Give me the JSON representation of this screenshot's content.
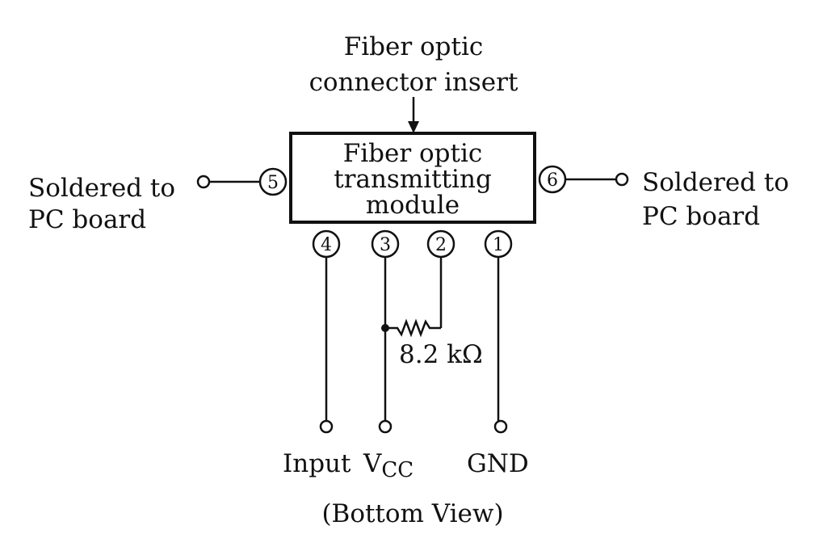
{
  "colors": {
    "ink": "#111111",
    "background": "#ffffff"
  },
  "connector_label": {
    "line1": "Fiber optic",
    "line2": "connector insert"
  },
  "module_label": {
    "line1": "Fiber optic",
    "line2": "transmitting",
    "line3": "module"
  },
  "pins": {
    "p1": "1",
    "p2": "2",
    "p3": "3",
    "p4": "4",
    "p5": "5",
    "p6": "6"
  },
  "left_note": {
    "line1": "Soldered to",
    "line2": "PC board"
  },
  "right_note": {
    "line1": "Soldered to",
    "line2": "PC board"
  },
  "resistor_label": "8.2 kΩ",
  "terminals": {
    "input": "Input",
    "vcc_main": "V",
    "vcc_sub": "CC",
    "gnd": "GND"
  },
  "caption": "(Bottom View)"
}
